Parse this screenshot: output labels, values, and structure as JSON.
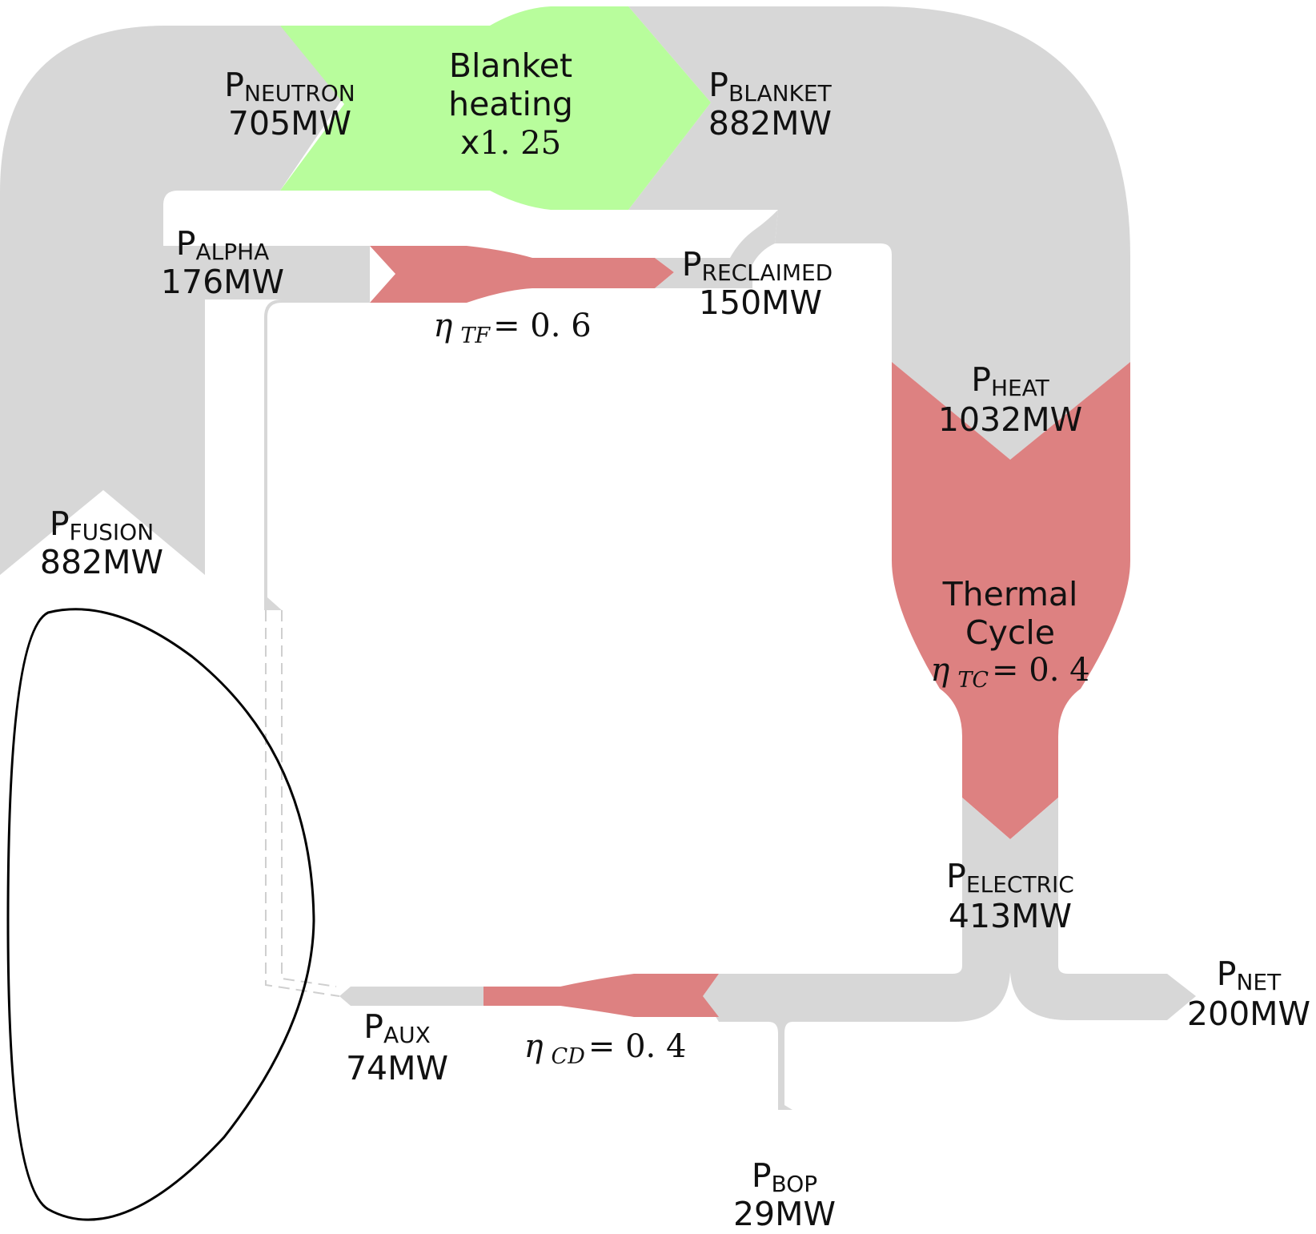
{
  "colors": {
    "flow": "#d7d7d7",
    "loss": "#dd8181",
    "gain": "#b8fd9c",
    "plasma_outline": "#000000",
    "text": "#111111"
  },
  "flows": {
    "fusion": {
      "symbol": "P",
      "subscript": "FUSION",
      "value": "882MW"
    },
    "neutron": {
      "symbol": "P",
      "subscript": "NEUTRON",
      "value": "705MW"
    },
    "blanket": {
      "symbol": "P",
      "subscript": "BLANKET",
      "value": "882MW"
    },
    "alpha": {
      "symbol": "P",
      "subscript": "ALPHA",
      "value": "176MW"
    },
    "reclaimed": {
      "symbol": "P",
      "subscript": "RECLAIMED",
      "value": "150MW"
    },
    "heat": {
      "symbol": "P",
      "subscript": "HEAT",
      "value": "1032MW"
    },
    "electric": {
      "symbol": "P",
      "subscript": "ELECTRIC",
      "value": "413MW"
    },
    "net": {
      "symbol": "P",
      "subscript": "NET",
      "value": "200MW"
    },
    "aux": {
      "symbol": "P",
      "subscript": "AUX",
      "value": "74MW"
    },
    "bop": {
      "symbol": "P",
      "subscript": "BOP",
      "value": "29MW"
    }
  },
  "stages": {
    "blanket_heating": {
      "line1": "Blanket",
      "line2": "heating",
      "multiplier_prefix": "x",
      "multiplier_value": "1. 25"
    },
    "thermal_cycle": {
      "line1": "Thermal",
      "line2": "Cycle",
      "eta_symbol": "η",
      "eta_sub": "TC",
      "eta_value": "= 0. 4"
    },
    "tf": {
      "eta_symbol": "η",
      "eta_sub": "TF",
      "eta_value": "= 0. 6"
    },
    "cd": {
      "eta_symbol": "η",
      "eta_sub": "CD",
      "eta_value": "= 0. 4"
    }
  }
}
